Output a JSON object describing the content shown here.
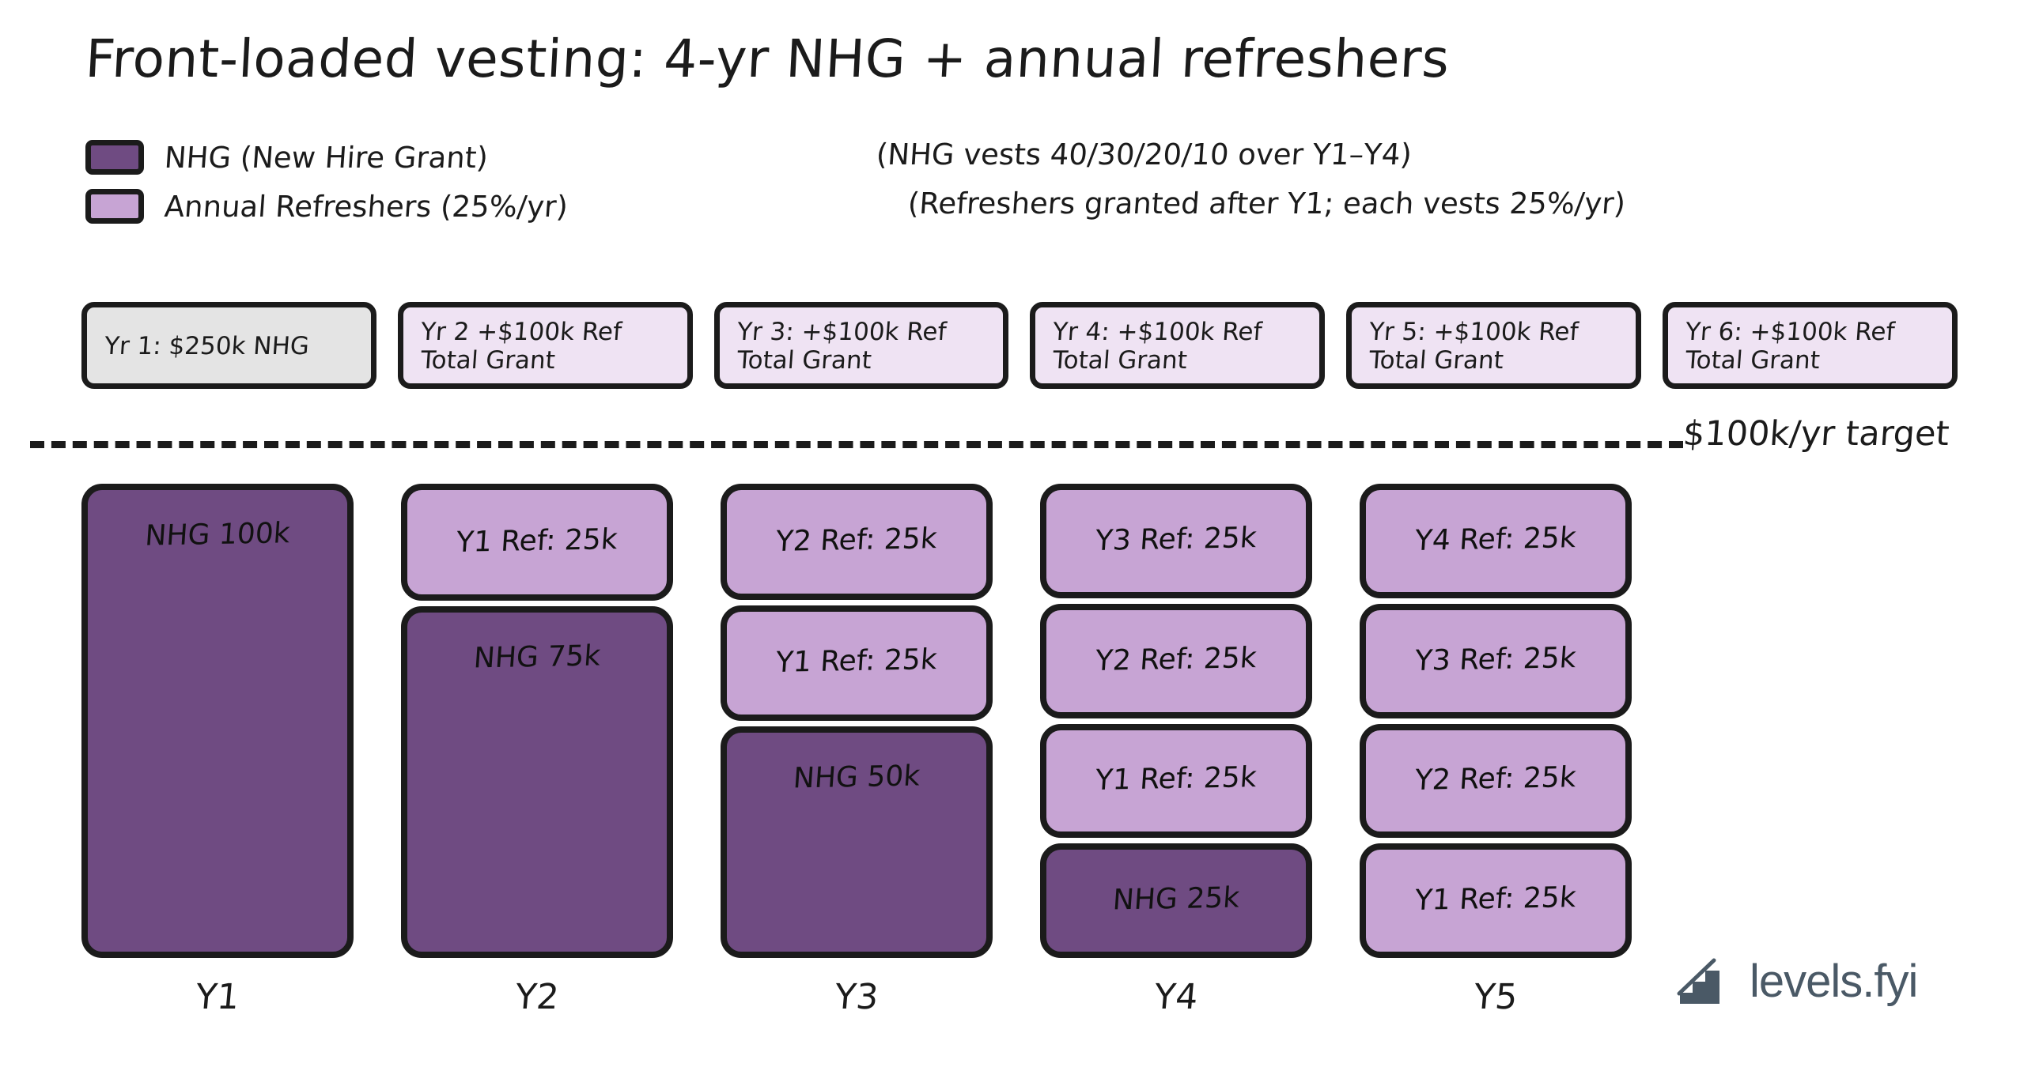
{
  "title": "Front-loaded vesting: 4-yr NHG + annual refreshers",
  "legend": {
    "items": [
      {
        "label": "NHG (New Hire Grant)",
        "color": "#6F4B82",
        "swatch": "dark"
      },
      {
        "label": "Annual Refreshers (25%/yr)",
        "color": "#C7A4D4",
        "swatch": "light"
      }
    ],
    "notes": [
      "(NHG vests 40/30/20/10 over Y1–Y4)",
      "(Refreshers granted after Y1; each vests 25%/yr)"
    ]
  },
  "grant_boxes": [
    {
      "line1": "Yr 1: $250k NHG",
      "line2": "",
      "style": "neutral"
    },
    {
      "line1": "Yr 2 +$100k Ref",
      "line2": "Total Grant",
      "style": "refresher"
    },
    {
      "line1": "Yr 3: +$100k Ref",
      "line2": "Total Grant",
      "style": "refresher"
    },
    {
      "line1": "Yr 4: +$100k Ref",
      "line2": "Total Grant",
      "style": "refresher"
    },
    {
      "line1": "Yr 5: +$100k Ref",
      "line2": "Total Grant",
      "style": "refresher"
    },
    {
      "line1": "Yr 6: +$100k Ref",
      "line2": "Total Grant",
      "style": "refresher"
    }
  ],
  "target": {
    "label": "$100k/yr target",
    "value": 100
  },
  "logo": {
    "text": "levels.fyi",
    "color": "#4A5966",
    "icon": "staircase-icon"
  },
  "chart_data": {
    "type": "bar",
    "title": "Front-loaded vesting: 4-yr NHG + annual refreshers",
    "xlabel": "",
    "ylabel": "",
    "ylim": [
      0,
      100
    ],
    "grid": false,
    "stacked": true,
    "legend_position": "top-left",
    "categories": [
      "Y1",
      "Y2",
      "Y3",
      "Y4",
      "Y5"
    ],
    "unit": "thousand USD vested per year",
    "annotations": [
      "$100k/yr target line at 100k"
    ],
    "columns": [
      {
        "category": "Y1",
        "total": 100,
        "segments": [
          {
            "label": "NHG 100k",
            "value": 100,
            "type": "nhg",
            "color": "#6F4B82"
          }
        ]
      },
      {
        "category": "Y2",
        "total": 100,
        "segments": [
          {
            "label": "Y1 Ref: 25k",
            "value": 25,
            "type": "refresher",
            "color": "#C7A4D4"
          },
          {
            "label": "NHG 75k",
            "value": 75,
            "type": "nhg",
            "color": "#6F4B82"
          }
        ]
      },
      {
        "category": "Y3",
        "total": 100,
        "segments": [
          {
            "label": "Y2 Ref: 25k",
            "value": 25,
            "type": "refresher",
            "color": "#C7A4D4"
          },
          {
            "label": "Y1 Ref: 25k",
            "value": 25,
            "type": "refresher",
            "color": "#C7A4D4"
          },
          {
            "label": "NHG 50k",
            "value": 50,
            "type": "nhg",
            "color": "#6F4B82"
          }
        ]
      },
      {
        "category": "Y4",
        "total": 100,
        "segments": [
          {
            "label": "Y3 Ref: 25k",
            "value": 25,
            "type": "refresher",
            "color": "#C7A4D4"
          },
          {
            "label": "Y2 Ref: 25k",
            "value": 25,
            "type": "refresher",
            "color": "#C7A4D4"
          },
          {
            "label": "Y1 Ref: 25k",
            "value": 25,
            "type": "refresher",
            "color": "#C7A4D4"
          },
          {
            "label": "NHG 25k",
            "value": 25,
            "type": "nhg",
            "color": "#6F4B82"
          }
        ]
      },
      {
        "category": "Y5",
        "total": 100,
        "segments": [
          {
            "label": "Y4 Ref: 25k",
            "value": 25,
            "type": "refresher",
            "color": "#C7A4D4"
          },
          {
            "label": "Y3 Ref: 25k",
            "value": 25,
            "type": "refresher",
            "color": "#C7A4D4"
          },
          {
            "label": "Y2 Ref: 25k",
            "value": 25,
            "type": "refresher",
            "color": "#C7A4D4"
          },
          {
            "label": "Y1 Ref: 25k",
            "value": 25,
            "type": "refresher",
            "color": "#C7A4D4"
          }
        ]
      }
    ]
  }
}
